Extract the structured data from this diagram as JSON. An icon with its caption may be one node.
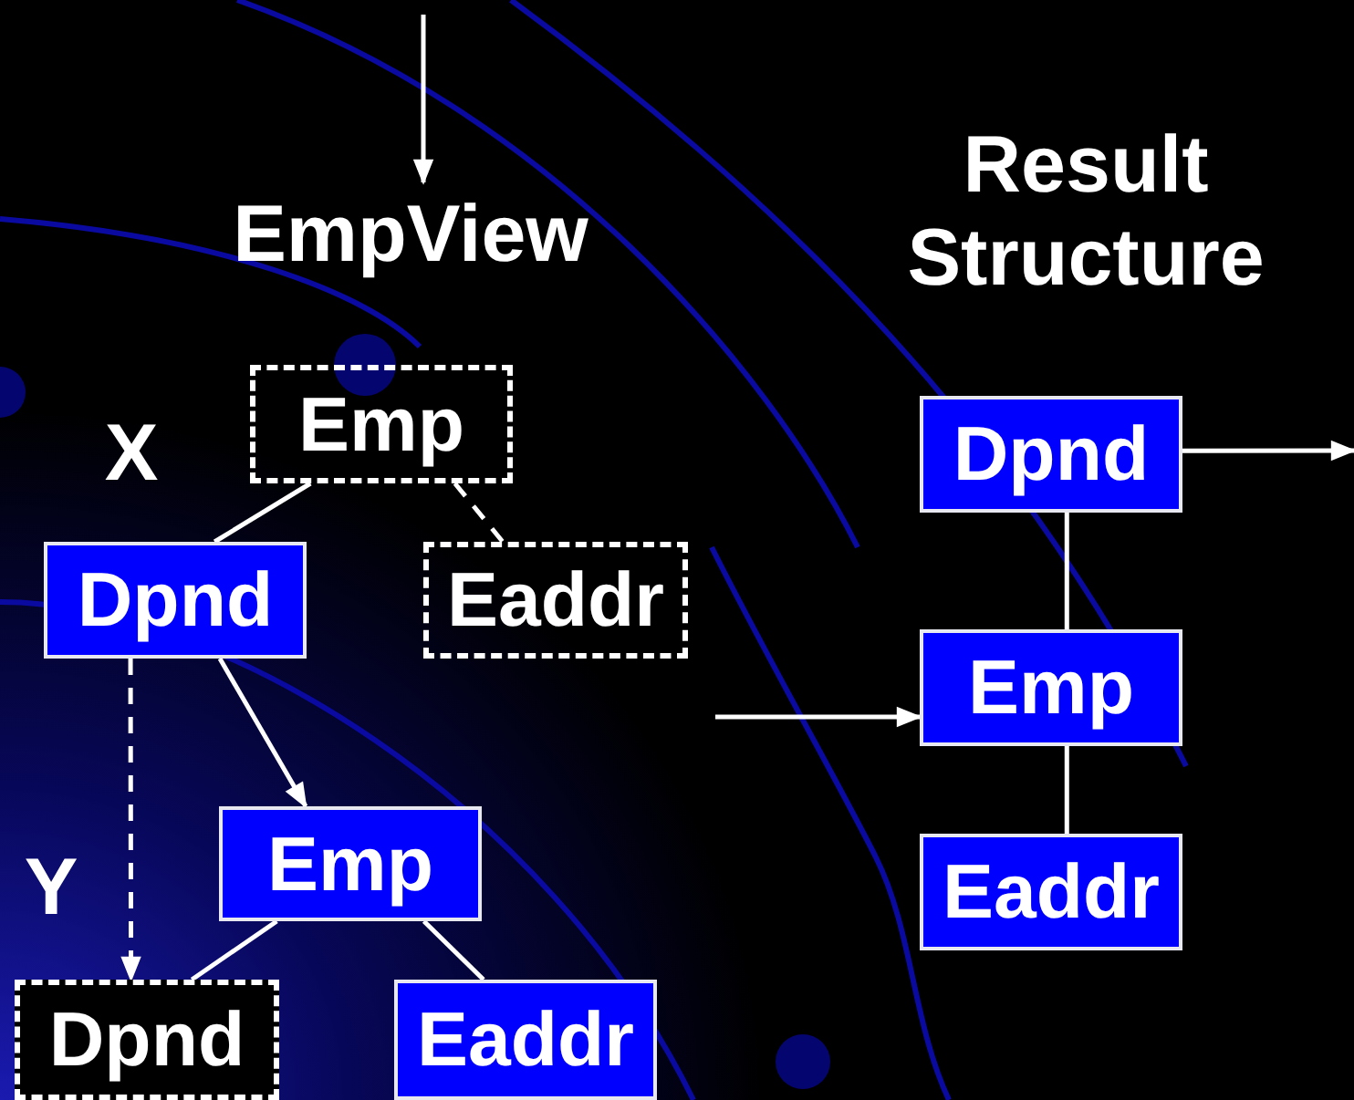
{
  "diagram": {
    "nodes": [
      {
        "text": [
          "EmpView"
        ]
      },
      {
        "text": [
          "Emp"
        ]
      },
      {
        "text": [
          "Dpnd"
        ]
      },
      {
        "text": [
          "Eaddr"
        ]
      },
      {
        "text": [
          "Emp"
        ]
      },
      {
        "text": [
          "Dpnd"
        ]
      },
      {
        "text": [
          "Eaddr"
        ]
      },
      {
        "text": [
          "Dpnd"
        ]
      },
      {
        "text": [
          "Emp"
        ]
      },
      {
        "text": [
          "Eaddr"
        ]
      }
    ],
    "edges": [
      {
        "from": null,
        "to": 0,
        "arrow": "to"
      },
      {
        "from": 1,
        "to": 2,
        "arrow": "none"
      },
      {
        "from": 1,
        "to": 3,
        "arrow": "none",
        "style": "dashed"
      },
      {
        "from": 2,
        "to": 4,
        "arrow": "to"
      },
      {
        "from": 2,
        "to": 5,
        "arrow": "to",
        "style": "dashed"
      },
      {
        "from": 4,
        "to": 5,
        "arrow": "none"
      },
      {
        "from": 4,
        "to": 6,
        "arrow": "none"
      },
      {
        "from": 7,
        "to": 8,
        "arrow": "none"
      },
      {
        "from": 8,
        "to": 9,
        "arrow": "none"
      },
      {
        "from": null,
        "to": 8,
        "arrow": "to"
      },
      {
        "from": 7,
        "to": null,
        "arrow": "to"
      }
    ],
    "labels": [
      "Result Structure",
      "X",
      "Y"
    ]
  }
}
